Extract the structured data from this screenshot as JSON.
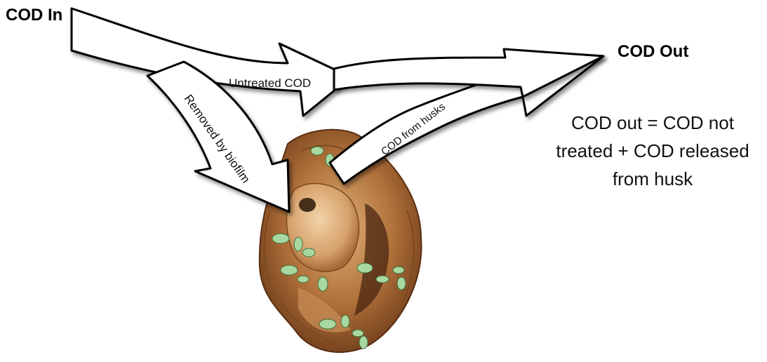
{
  "labels": {
    "cod_in": "COD In",
    "cod_out": "COD Out",
    "untreated": "Untreated COD",
    "removed": "Removed by biofilm",
    "from_husks": "COD from husks"
  },
  "equation": {
    "line1": "COD out = COD not",
    "line2": "treated + COD released",
    "line3": "from husk"
  },
  "colors": {
    "arrow_fill": "#ffffff",
    "arrow_stroke": "#000000",
    "husk_brown": "#9a5a2a",
    "husk_light": "#d9a86a",
    "bacteria": "#a8d8a0"
  }
}
